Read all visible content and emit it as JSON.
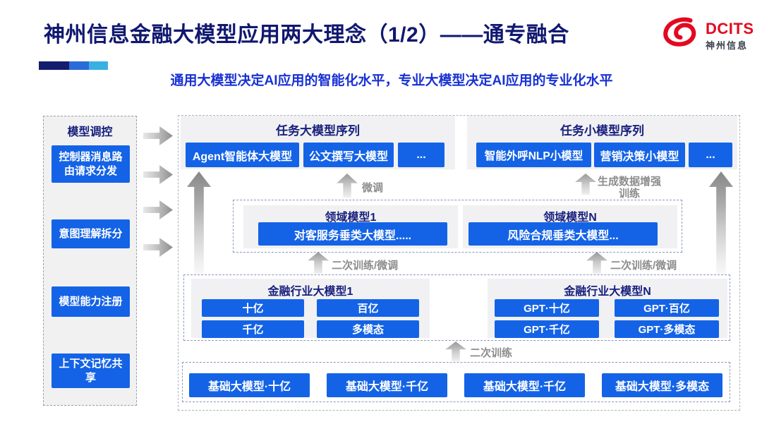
{
  "header": {
    "title": "神州信息金融大模型应用两大理念（1/2）——通专融合",
    "subtitle": "通用大模型决定AI应用的智能化水平，专业大模型决定AI应用的专业化水平"
  },
  "logo": {
    "brand": "DCITS",
    "brand_cn": "神州信息"
  },
  "sidebar": {
    "title": "模型调控",
    "items": [
      "控制器消息路由请求分发",
      "意图理解拆分",
      "模型能力注册",
      "上下文记忆共享"
    ]
  },
  "task_large": {
    "title": "任务大模型序列",
    "items": [
      "Agent智能体大模型",
      "公文撰写大模型",
      "..."
    ]
  },
  "task_small": {
    "title": "任务小模型序列",
    "items": [
      "智能外呼NLP小模型",
      "营销决策小模型",
      "..."
    ]
  },
  "flow_labels": {
    "finetune": "微调",
    "augment": "生成数据增强训练",
    "retrain_finetune": "二次训练/微调",
    "retrain": "二次训练"
  },
  "domain": {
    "groups": [
      {
        "title": "领域模型1",
        "model": "对客服务垂类大模型....."
      },
      {
        "title": "领域模型N",
        "model": "风险合规垂类大模型..."
      }
    ]
  },
  "industry": {
    "groups": [
      {
        "title": "金融行业大模型1",
        "items": [
          "十亿",
          "百亿",
          "千亿",
          "多模态"
        ]
      },
      {
        "title": "金融行业大模型N",
        "items": [
          "GPT·十亿",
          "GPT·百亿",
          "GPT·千亿",
          "GPT·多模态"
        ]
      }
    ]
  },
  "base_models": [
    "基础大模型·十亿",
    "基础大模型·千亿",
    "基础大模型·千亿",
    "基础大模型·多模态"
  ],
  "colors": {
    "accent_blue": "#1463E6",
    "title_navy": "#10186F",
    "subtitle_blue": "#1831D4",
    "brand_red": "#E30920",
    "label_gray": "#8C8C8C"
  }
}
